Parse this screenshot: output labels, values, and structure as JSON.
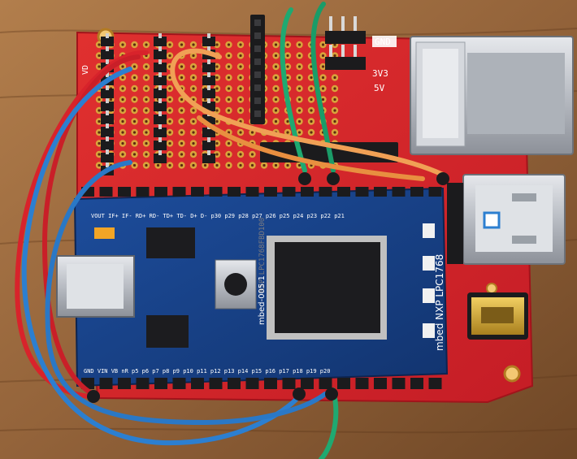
{
  "photo": {
    "colors": {
      "table": "#9a6a3e",
      "pcb_red": "#d8262c",
      "pcb_blue": "#163f86",
      "pad_gold": "#d9a43c",
      "wire_red": "#d8232b",
      "wire_blue": "#2c7fd0",
      "wire_green": "#1fa971",
      "wire_orange": "#f0a055",
      "header_black": "#1b1b1d",
      "ethernet_silver": "#c8ccd2",
      "usb_gold": "#d2a93c"
    },
    "pcb_labels": {
      "gnd": "GND",
      "v33": "3V3",
      "v5": "5V",
      "vd": "VD"
    },
    "mbed_labels": {
      "model": "mbed-005.1",
      "brand": "mbed NXP LPC1768",
      "top_pins": "VOUT  IF+  IF-  RD+  RD-  TD+  TD-  D+  D-  p30  p29  p28  p27  p26  p25  p24  p23  p22  p21",
      "bottom_pins": "GND  VIN  VB  nR  p5  p6  p7  p8  p9  p10  p11  p12  p13  p14  p15  p16  p17  p18  p19  p20",
      "chip_text": "NXP LPC1768FBD100"
    }
  }
}
